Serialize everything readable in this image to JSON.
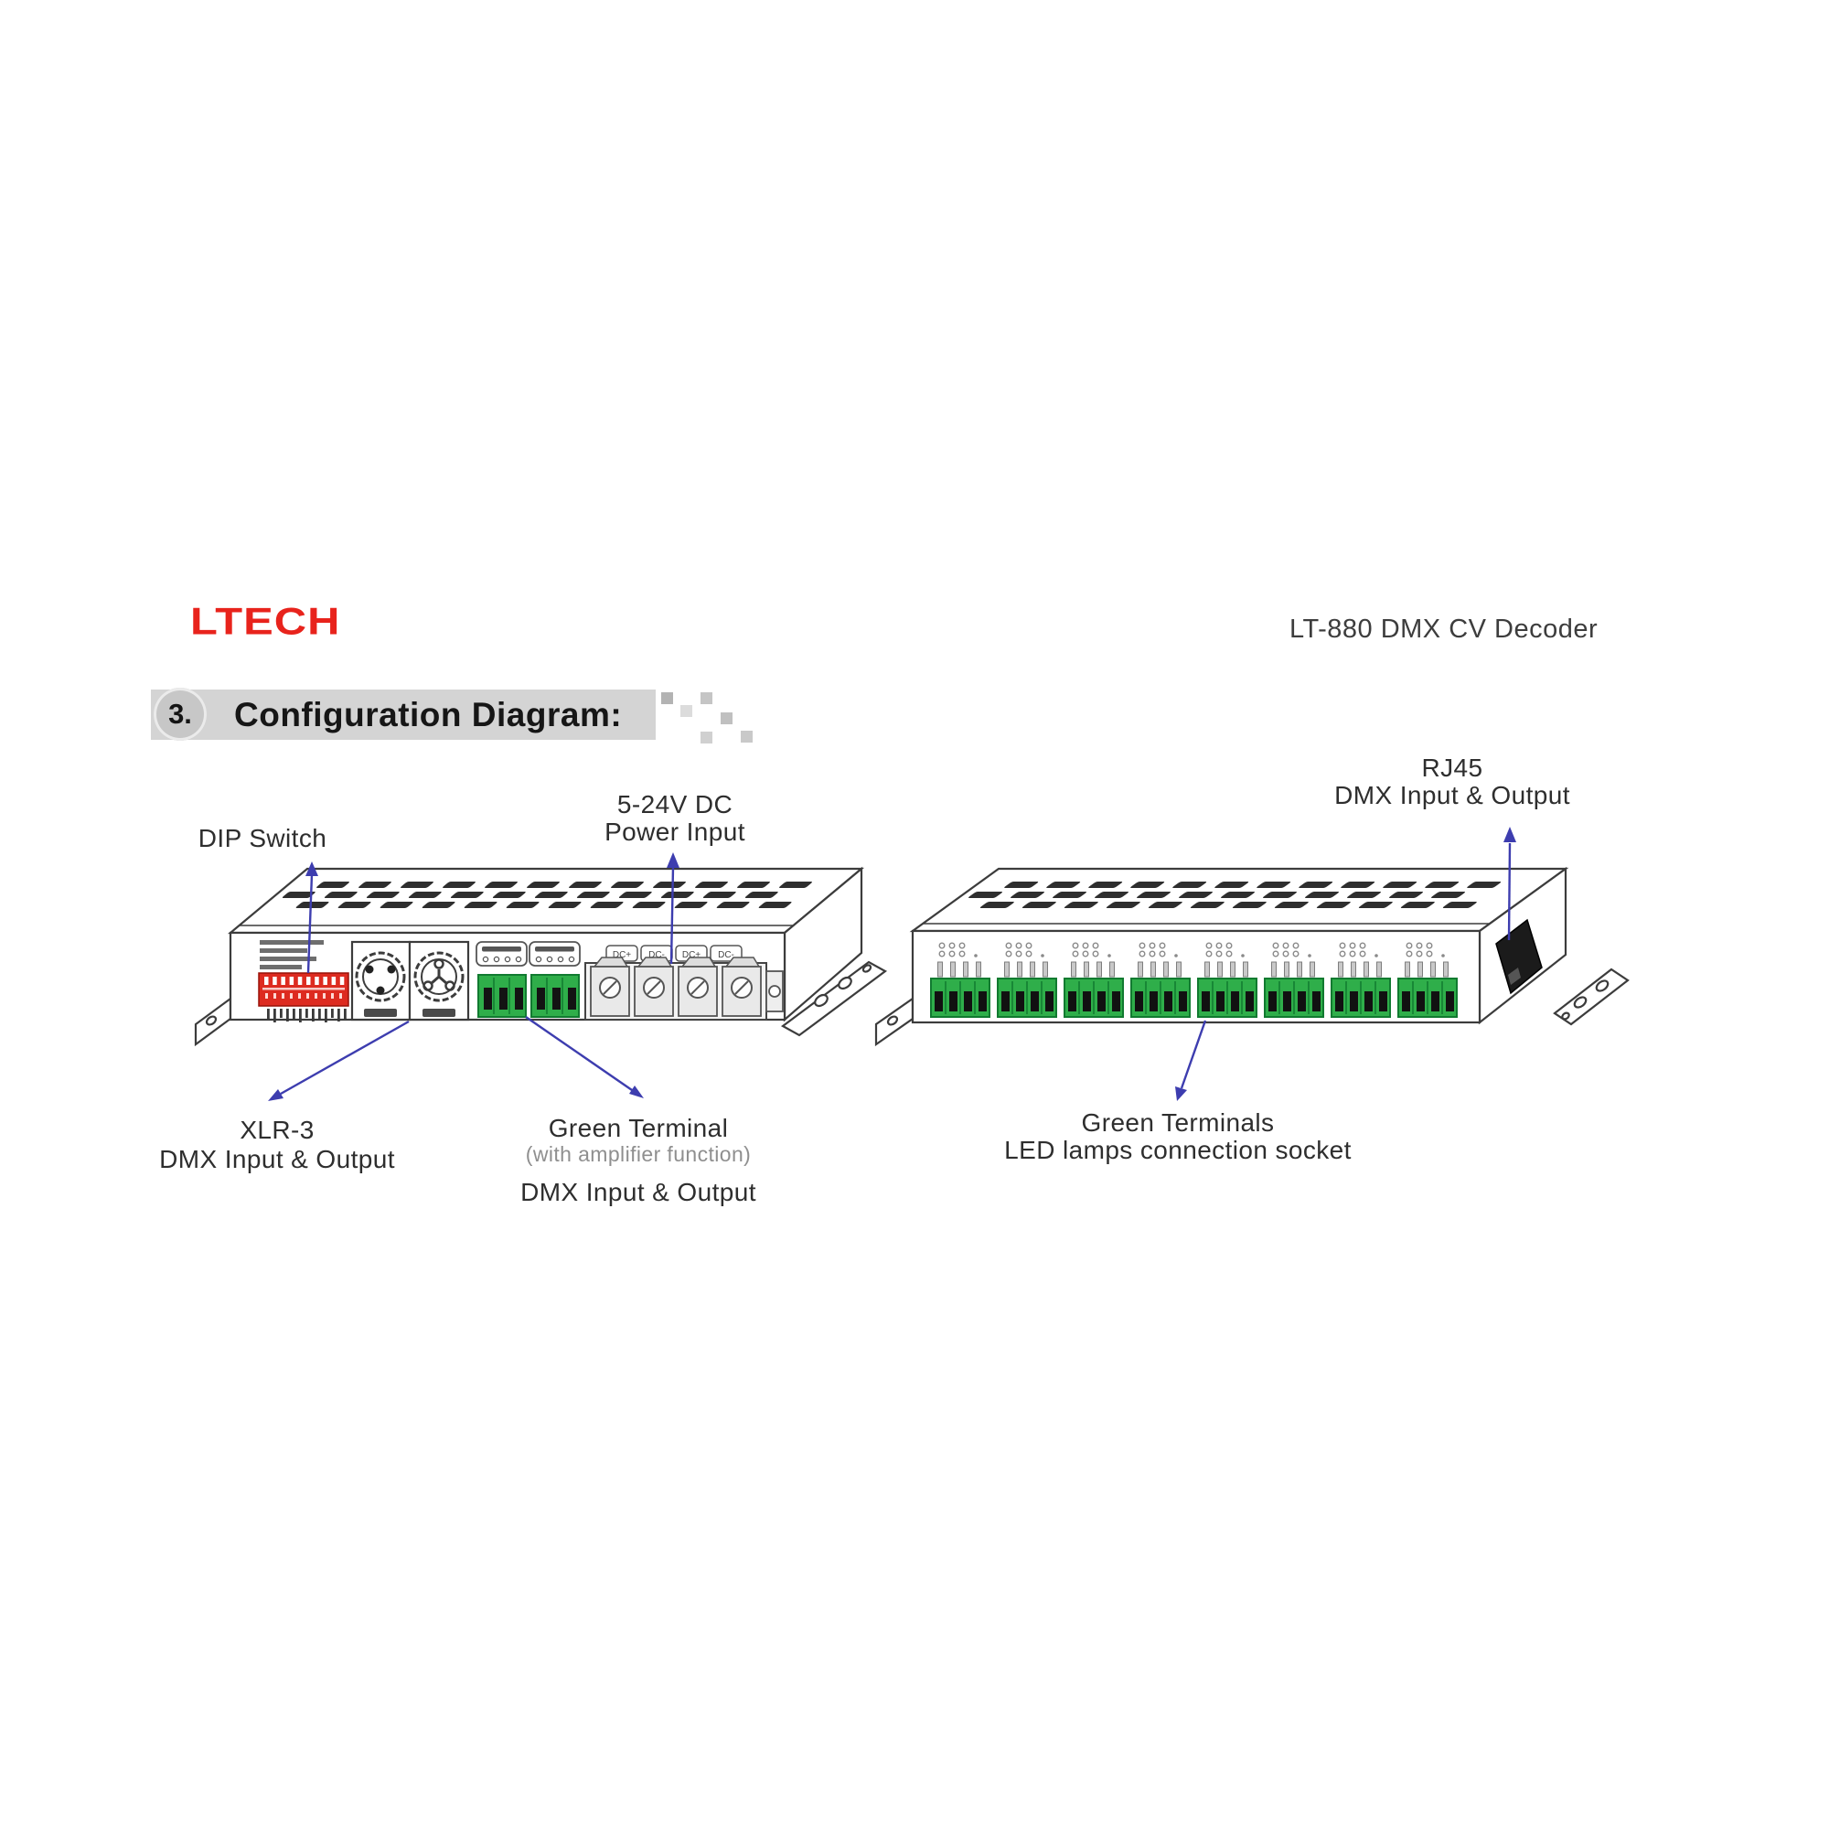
{
  "header": {
    "logo": "LTECH",
    "doc_title": "LT-880 DMX CV Decoder"
  },
  "section": {
    "number": "3.",
    "title": "Configuration Diagram:"
  },
  "callouts": {
    "dip_switch": "DIP Switch",
    "power": [
      "5-24V DC",
      "Power Input"
    ],
    "xlr": [
      "XLR-3",
      "DMX Input & Output"
    ],
    "green_terminal": [
      "Green Terminal",
      "(with amplifier function)",
      "DMX Input & Output"
    ],
    "rj45": [
      "RJ45",
      "DMX Input & Output"
    ],
    "green_terminals": [
      "Green Terminals",
      "LED lamps connection socket"
    ]
  },
  "front_panel": {
    "power_terminal_labels": [
      "DC+",
      "DC-",
      "DC+",
      "DC-"
    ]
  },
  "colors": {
    "brand_red": "#e8231c",
    "terminal_green": "#2fae4a",
    "arrow_blue": "#3d3daf",
    "header_bar": "#d4d4d4"
  }
}
